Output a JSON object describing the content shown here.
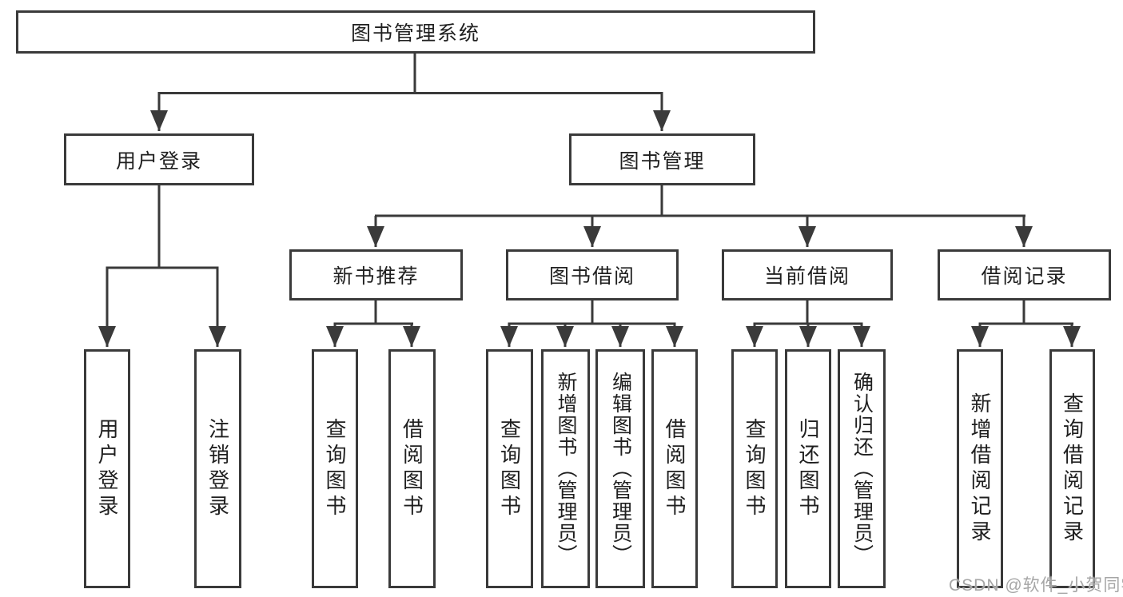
{
  "diagram": {
    "type": "hierarchy-tree",
    "nodes": {
      "system": {
        "label": "图书管理系统"
      },
      "user_login": {
        "label": "用户登录"
      },
      "book_management": {
        "label": "图书管理"
      },
      "new_book_recommend": {
        "label": "新书推荐"
      },
      "book_borrowing": {
        "label": "图书借阅"
      },
      "current_borrowing": {
        "label": "当前借阅"
      },
      "borrowing_records": {
        "label": "借阅记录"
      },
      "login_leaf": {
        "label": "用户登录"
      },
      "logout_leaf": {
        "label": "注销登录"
      },
      "nb_query_books": {
        "label": "查询图书"
      },
      "nb_borrow_books": {
        "label": "借阅图书"
      },
      "bb_query_books": {
        "label": "查询图书"
      },
      "bb_add_books": {
        "label": "新增图书（管理员）"
      },
      "bb_edit_books": {
        "label": "编辑图书（管理员）"
      },
      "bb_borrow_books": {
        "label": "借阅图书"
      },
      "cb_query_books": {
        "label": "查询图书"
      },
      "cb_return_books": {
        "label": "归还图书"
      },
      "cb_confirm_return": {
        "label": "确认归还（管理员）"
      },
      "br_add_record": {
        "label": "新增借阅记录"
      },
      "br_query_record": {
        "label": "查询借阅记录"
      }
    },
    "hierarchy": {
      "图书管理系统": [
        "用户登录",
        "图书管理"
      ],
      "用户登录": [
        "用户登录",
        "注销登录"
      ],
      "图书管理": [
        "新书推荐",
        "图书借阅",
        "当前借阅",
        "借阅记录"
      ],
      "新书推荐": [
        "查询图书",
        "借阅图书"
      ],
      "图书借阅": [
        "查询图书",
        "新增图书（管理员）",
        "编辑图书（管理员）",
        "借阅图书"
      ],
      "当前借阅": [
        "查询图书",
        "归还图书",
        "确认归还（管理员）"
      ],
      "借阅记录": [
        "新增借阅记录",
        "查询借阅记录"
      ]
    },
    "colors": {
      "line": "#3a3a3a",
      "text": "#1f1f1f",
      "background": "#ffffff",
      "watermark": "#a6a6a6"
    }
  },
  "watermark": {
    "text": "CSDN @软件_小贺同学"
  }
}
